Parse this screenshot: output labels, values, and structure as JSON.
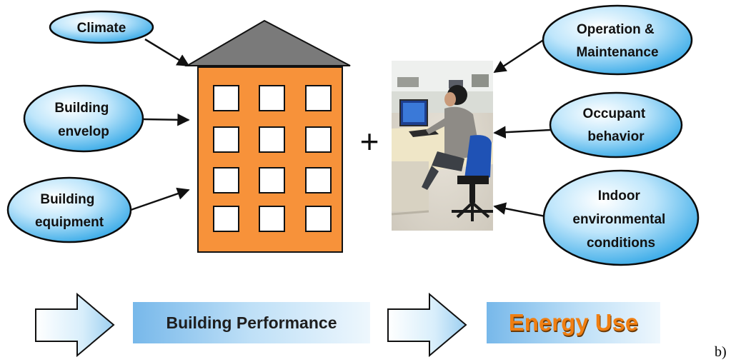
{
  "factors": {
    "climate": {
      "lines": [
        "Climate"
      ]
    },
    "building_envelop": {
      "lines": [
        "Building",
        "envelop"
      ]
    },
    "building_equipment": {
      "lines": [
        "Building",
        "equipment"
      ]
    },
    "operation_maintenance": {
      "lines": [
        "Operation &",
        "Maintenance"
      ]
    },
    "occupant_behavior": {
      "lines": [
        "Occupant",
        "behavior"
      ]
    },
    "indoor_conditions": {
      "lines": [
        "Indoor",
        "environmental",
        "conditions"
      ]
    }
  },
  "plus_sign": "+",
  "outcomes": {
    "building_performance": "Building Performance",
    "energy_use": "Energy Use"
  },
  "figure_letter": "b)",
  "colors": {
    "ellipse_fill": "#2fa6e6",
    "ellipse_border": "#0b0b0b",
    "building_facade": "#f7923a",
    "roof": "#7a7a7a",
    "energy_text": "#f07f12"
  }
}
